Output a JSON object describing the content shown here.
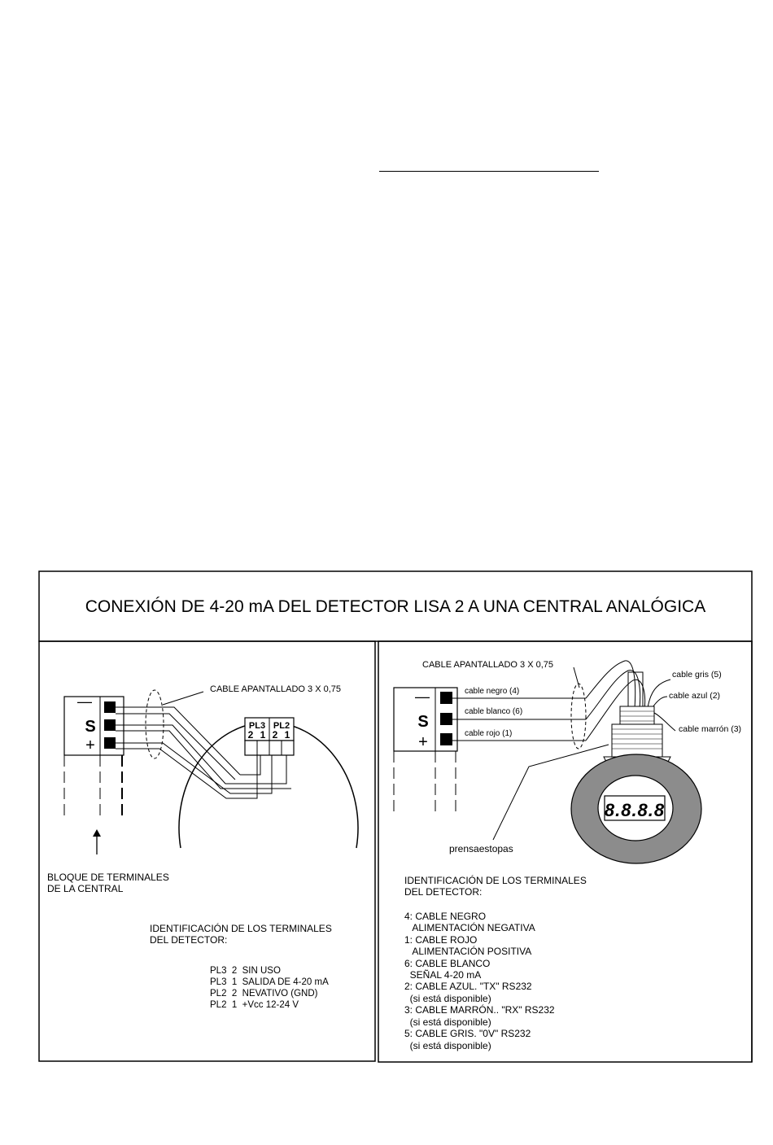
{
  "title": "CONEXIÓN DE 4-20 mA DEL DETECTOR LISA 2 A UNA CENTRAL ANALÓGICA",
  "left_panel": {
    "cable_label": "CABLE APANTALLADO 3 X 0,75",
    "terminal_symbols": [
      "—",
      "S",
      "+"
    ],
    "connector_labels": [
      "PL3",
      "PL2"
    ],
    "connector_pins": [
      "2",
      "1",
      "2",
      "1"
    ],
    "block_label": [
      "BLOQUE DE TERMINALES",
      "DE LA CENTRAL"
    ],
    "id_title": [
      "IDENTIFICACIÓN DE LOS TERMINALES",
      "DEL DETECTOR:"
    ],
    "id_lines": [
      "PL3  2  SIN USO",
      "PL3  1  SALIDA DE 4-20 mA",
      "PL2  2  NEVATIVO (GND)",
      "PL2  1  +Vcc 12-24 V"
    ]
  },
  "right_panel": {
    "cable_label": "CABLE APANTALLADO 3 X 0,75",
    "terminal_symbols": [
      "—",
      "S",
      "+"
    ],
    "wire_labels": [
      "cable negro (4)",
      "cable blanco (6)",
      "cable rojo (1)"
    ],
    "loose_wires": [
      "cable gris (5)",
      "cable azul (2)",
      "cable marrón (3)"
    ],
    "display_text": "8.8.8.8",
    "gland_label": "prensaestopas",
    "id_title": [
      "IDENTIFICACIÓN DE LOS TERMINALES",
      "DEL DETECTOR:"
    ],
    "id_lines": [
      "4: CABLE NEGRO",
      "   ALIMENTACIÓN NEGATIVA",
      "1: CABLE ROJO",
      "   ALIMENTACIÓN POSITIVA",
      "6: CABLE BLANCO",
      "  SEÑAL 4-20 mA",
      "2: CABLE AZUL. \"TX\" RS232",
      "  (si está disponible)",
      "3: CABLE MARRÓN.. \"RX\" RS232",
      "  (si está disponible)",
      "5: CABLE GRIS. \"0V\" RS232",
      "  (si está disponible)"
    ]
  }
}
